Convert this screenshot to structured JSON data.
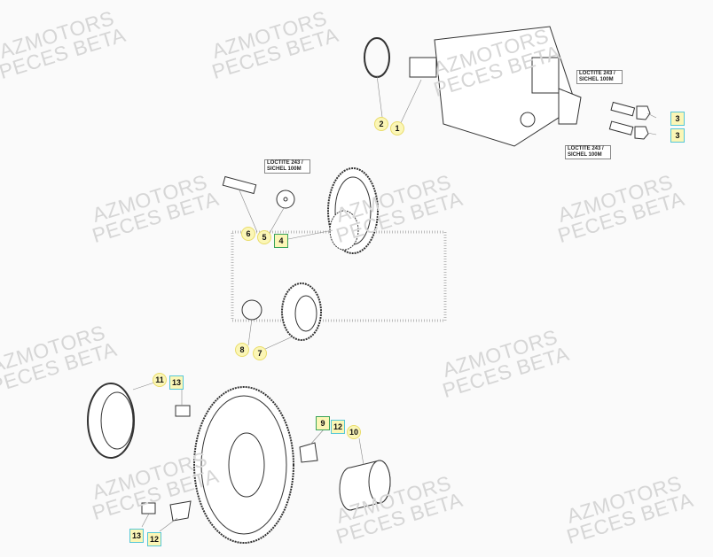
{
  "watermark": {
    "line1": "AZMOTORS",
    "line2": "PECES BETA"
  },
  "notes": [
    "LOCTITE 243 / SICHEL 100M",
    "LOCTITE 243 / SICHEL 100M",
    "LOCTITE 243 / SICHEL 100M"
  ],
  "callouts": [
    {
      "num": "1",
      "style": "plain"
    },
    {
      "num": "2",
      "style": "plain"
    },
    {
      "num": "3",
      "style": "cyan"
    },
    {
      "num": "3",
      "style": "cyan"
    },
    {
      "num": "4",
      "style": "green"
    },
    {
      "num": "5",
      "style": "plain"
    },
    {
      "num": "6",
      "style": "plain"
    },
    {
      "num": "7",
      "style": "plain"
    },
    {
      "num": "8",
      "style": "plain"
    },
    {
      "num": "9",
      "style": "green"
    },
    {
      "num": "10",
      "style": "plain"
    },
    {
      "num": "11",
      "style": "plain"
    },
    {
      "num": "12",
      "style": "cyan"
    },
    {
      "num": "12",
      "style": "cyan"
    },
    {
      "num": "13",
      "style": "cyan"
    },
    {
      "num": "13",
      "style": "cyan"
    }
  ],
  "colors": {
    "callout_fill": "#fbf6b6",
    "cyan": "#56c7d6",
    "green": "#3aa35a",
    "watermark": "#d6d6d6"
  }
}
